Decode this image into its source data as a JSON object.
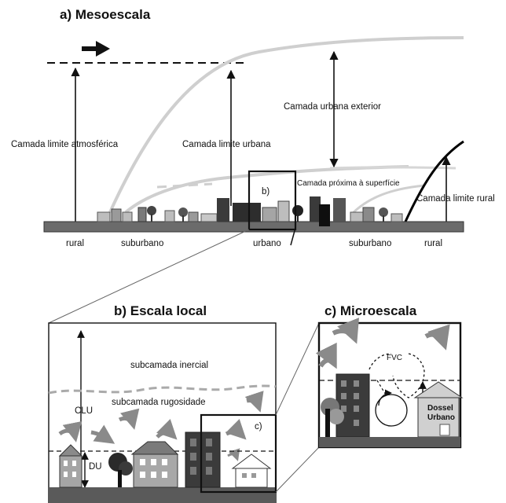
{
  "titles": {
    "a": "a) Mesoescala",
    "b": "b) Escala local",
    "c": "c) Microescala"
  },
  "mesoscale": {
    "layer_labels": {
      "atmospheric": "Camada limite atmosférica",
      "urban": "Camada limite urbana",
      "urban_outer": "Camada urbana exterior",
      "surface": "Camada próxima à superfície",
      "rural": "Camada limite rural"
    },
    "zone_labels": [
      "rural",
      "suburbano",
      "urbano",
      "suburbano",
      "rural"
    ],
    "inset_marker": "b)"
  },
  "local": {
    "inertial": "subcamada inercial",
    "roughness": "subcamada rugosidade",
    "clu": "CLU",
    "du": "DU",
    "inset_marker": "c)"
  },
  "micro": {
    "fvc": "FVC",
    "canopy_line1": "Dossel",
    "canopy_line2": "Urbano"
  },
  "colors": {
    "ground": "#6b6b6b",
    "light_curve": "#c9c9c9",
    "dark_building": "#3b3b3b",
    "light_building": "#bdbdbd",
    "black": "#000000"
  }
}
